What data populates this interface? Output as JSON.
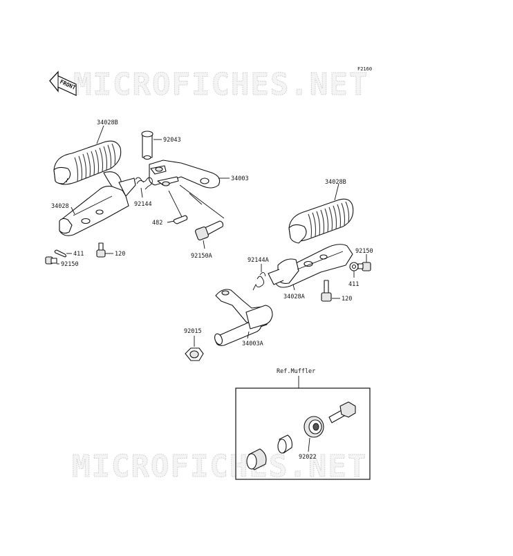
{
  "diagram": {
    "code": "F2160",
    "front_label": "FRONT",
    "watermark": "MICROFICHES.NET",
    "ref_label": "Ref.Muffler",
    "labels": {
      "l_34028B_left": "34028B",
      "l_92043": "92043",
      "l_34003": "34003",
      "l_92144": "92144",
      "l_34028": "34028",
      "l_482": "482",
      "l_411_left": "411",
      "l_120_left": "120",
      "l_92150_left": "92150",
      "l_92150A": "92150A",
      "l_34028B_right": "34028B",
      "l_92150_right": "92150",
      "l_92144A": "92144A",
      "l_411_right": "411",
      "l_34028A": "34028A",
      "l_120_right": "120",
      "l_92015": "92015",
      "l_34003A": "34003A",
      "l_92022": "92022"
    }
  }
}
